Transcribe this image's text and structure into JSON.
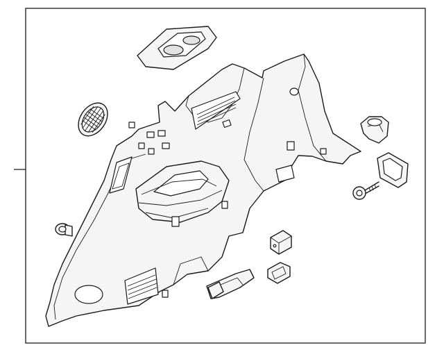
{
  "colors": {
    "background": "#ffffff",
    "line": "#1a1a1a",
    "part_fill": "#f5f5f5"
  },
  "parts": [
    "quarter-trim-panel",
    "cup-holder-insert",
    "speaker-grille",
    "hook-clip",
    "bezel-frame",
    "screw",
    "push-pin",
    "retainer-block",
    "clip-small",
    "latch-handle"
  ]
}
